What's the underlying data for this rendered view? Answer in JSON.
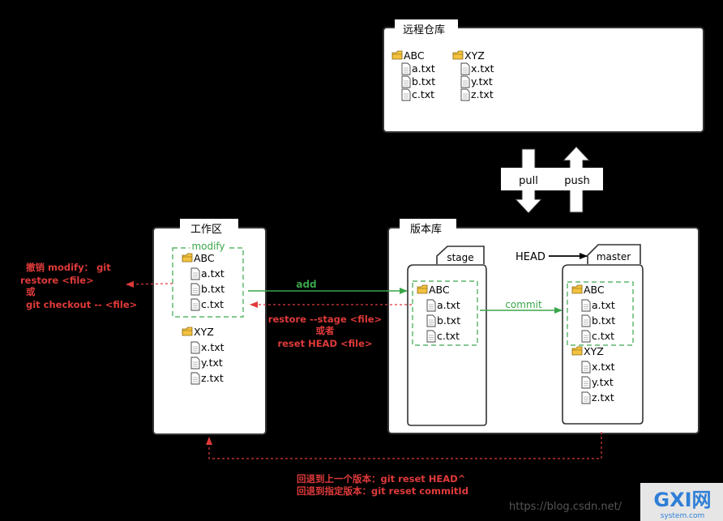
{
  "remote": {
    "title": "远程仓库",
    "folders": [
      {
        "name": "ABC",
        "files": [
          "a.txt",
          "b.txt",
          "c.txt"
        ]
      },
      {
        "name": "XYZ",
        "files": [
          "x.txt",
          "y.txt",
          "z.txt"
        ]
      }
    ]
  },
  "arrows": {
    "pull": "pull",
    "push": "push"
  },
  "workspace": {
    "title": "工作区",
    "modify_label": "modify",
    "folders": [
      {
        "name": "ABC",
        "files": [
          "a.txt",
          "b.txt",
          "c.txt"
        ]
      },
      {
        "name": "XYZ",
        "files": [
          "x.txt",
          "y.txt",
          "z.txt"
        ]
      }
    ]
  },
  "repo": {
    "title": "版本库",
    "stage_tab": "stage",
    "master_tab": "master",
    "head_label": "HEAD",
    "stage_folder": {
      "name": "ABC",
      "files": [
        "a.txt",
        "b.txt",
        "c.txt"
      ]
    },
    "master_folders": [
      {
        "name": "ABC",
        "files": [
          "a.txt",
          "b.txt",
          "c.txt"
        ]
      },
      {
        "name": "XYZ",
        "files": [
          "x.txt",
          "y.txt",
          "z.txt"
        ]
      }
    ]
  },
  "actions": {
    "add": "add",
    "commit": "commit",
    "restore_lines": [
      "restore --stage <file>",
      "或者",
      "reset HEAD <file>"
    ],
    "undo_lines": [
      "撤销 modify： git",
      "restore <file>",
      "或",
      "git checkout -- <file>"
    ],
    "rollback_lines": [
      "回退到上一个版本：git reset HEAD^",
      "回退到指定版本：git reset commitId"
    ]
  },
  "watermark": {
    "url": "https://blog.csdn.net/",
    "logo_text": "GXI网",
    "logo_sub": "system.com"
  },
  "colors": {
    "green": "#3aa64a",
    "red": "#e03a3a",
    "folder": "#f3c23f",
    "folder_stroke": "#8a6a10"
  }
}
